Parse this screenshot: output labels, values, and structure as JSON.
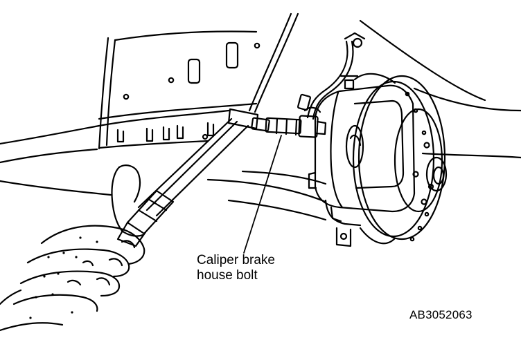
{
  "callout": {
    "line1": "Caliper brake",
    "line2": "house bolt"
  },
  "figure_id": "AB3052063",
  "colors": {
    "ink": "#000000",
    "paper": "#ffffff"
  }
}
